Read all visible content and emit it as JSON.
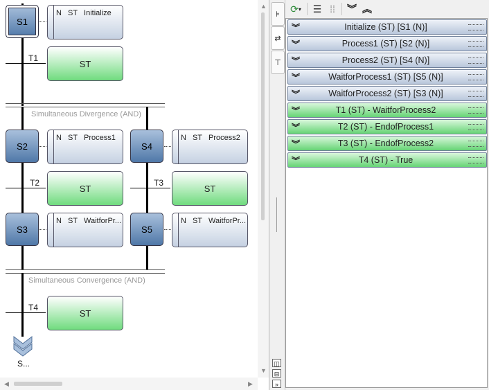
{
  "sfc": {
    "steps": {
      "s1": "S1",
      "s2": "S2",
      "s3": "S3",
      "s4": "S4",
      "s5": "S5"
    },
    "actions": {
      "a1": {
        "qualifier": "N",
        "language": "ST",
        "name": "Initialize"
      },
      "a2": {
        "qualifier": "N",
        "language": "ST",
        "name": "Process1"
      },
      "a4": {
        "qualifier": "N",
        "language": "ST",
        "name": "Process2"
      },
      "a3": {
        "qualifier": "N",
        "language": "ST",
        "name": "WaitforPr..."
      },
      "a5": {
        "qualifier": "N",
        "language": "ST",
        "name": "WaitforPr..."
      }
    },
    "transitions": {
      "t1": {
        "label": "T1",
        "body": "ST"
      },
      "t2": {
        "label": "T2",
        "body": "ST"
      },
      "t3": {
        "label": "T3",
        "body": "ST"
      },
      "t4": {
        "label": "T4",
        "body": "ST"
      }
    },
    "divergence_label": "Simultaneous Divergence (AND)",
    "convergence_label": "Simultaneous Convergence (AND)",
    "jump_label": "S..."
  },
  "panel": {
    "rows": [
      {
        "label": "Initialize (ST) [S1 (N)]",
        "kind": "step"
      },
      {
        "label": "Process1 (ST) [S2 (N)]",
        "kind": "step"
      },
      {
        "label": "Process2 (ST) [S4 (N)]",
        "kind": "step"
      },
      {
        "label": "WaitforProcess1 (ST) [S5 (N)]",
        "kind": "step"
      },
      {
        "label": "WaitforProcess2 (ST) [S3 (N)]",
        "kind": "step"
      },
      {
        "label": "T1 (ST) - WaitforProcess2",
        "kind": "transition"
      },
      {
        "label": "T2 (ST) - EndofProcess1",
        "kind": "transition"
      },
      {
        "label": "T3 (ST) - EndofProcess2",
        "kind": "transition"
      },
      {
        "label": "T4 (ST) - True",
        "kind": "transition"
      }
    ]
  },
  "colors": {
    "step_gradient_top": "#a9c0dc",
    "step_gradient_bottom": "#4f78a8",
    "transition_green": "#6fdb7e"
  },
  "icons": [
    "refresh-dropdown-icon",
    "grid-lines-icon",
    "dotted-grid-icon",
    "collapse-all-icon",
    "expand-all-icon",
    "chevron-down-icon"
  ]
}
